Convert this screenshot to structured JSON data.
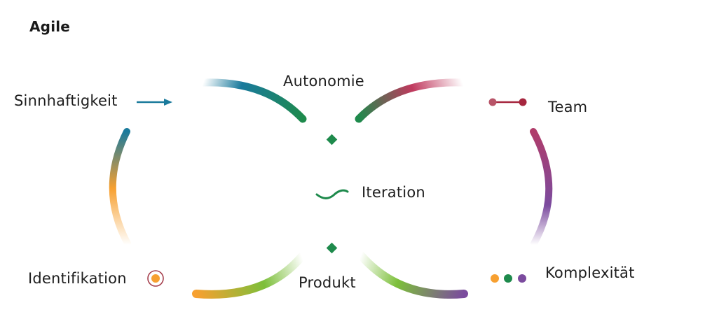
{
  "title": "Agile",
  "nodes": {
    "sinnhaftigkeit": {
      "label": "Sinnhaftigkeit",
      "icon": "arrow-right-icon",
      "color": "#1a7a9c"
    },
    "autonomie": {
      "label": "Autonomie",
      "icon": "diamond-icon",
      "color": "#1e8a4c"
    },
    "team": {
      "label": "Team",
      "icon": "connected-dots-icon",
      "color": "#a6263e"
    },
    "iteration": {
      "label": "Iteration",
      "icon": "wave-icon",
      "color": "#1e8a4c"
    },
    "identifikation": {
      "label": "Identifikation",
      "icon": "target-icon",
      "color": "#f7a030"
    },
    "produkt": {
      "label": "Produkt",
      "icon": "diamond-icon",
      "color": "#1e8a4c"
    },
    "komplexitaet": {
      "label": "Komplexität",
      "icon": "three-dots-icon",
      "colors": [
        "#f7a030",
        "#1e8a4c",
        "#7b4b9e"
      ]
    }
  },
  "palette": {
    "teal": "#1a7a9c",
    "green": "#1e8a4c",
    "crimson": "#c0395e",
    "magenta": "#b03c7a",
    "purple": "#7b4b9e",
    "orange": "#f7a030",
    "lime": "#7cbf3a"
  }
}
